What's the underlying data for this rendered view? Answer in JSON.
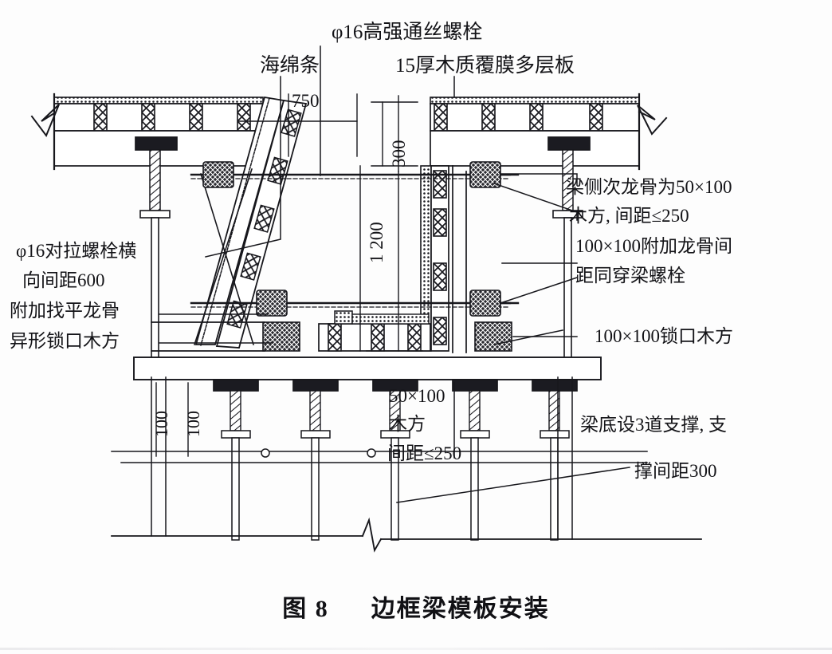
{
  "figure": {
    "caption_number": "图 8",
    "caption_title": "边框梁模板安装",
    "ink_color": "#141418",
    "paper_color": "#fdfdfd"
  },
  "annotations": {
    "top": {
      "bolt": "φ16高强通丝螺栓",
      "sponge_strip": "海绵条",
      "plywood": "15厚木质覆膜多层板"
    },
    "left": {
      "tie_bolt_line1": "φ16对拉螺栓横",
      "tie_bolt_line2": "向间距600",
      "leveling_joist": "附加找平龙骨",
      "shaped_lock_timber": "异形锁口木方"
    },
    "right": {
      "side_joist_line1": "梁侧次龙骨为50×100",
      "side_joist_line2": "木方, 间距≤250",
      "extra_joist_line1": "100×100附加龙骨间",
      "extra_joist_line2": "距同穿梁螺栓",
      "lock_timber": "100×100锁口木方",
      "support_line1": "梁底设3道支撑, 支",
      "support_line2": "撑间距300"
    },
    "center_bottom": {
      "timber_line1": "50×100",
      "timber_line2": "木方",
      "timber_line3": "间距≤250"
    }
  },
  "dimensions": {
    "d750": "750",
    "d300": "300",
    "d1200": "1 200",
    "d100_a": "100",
    "d100_b": "100"
  },
  "chart_data": {
    "type": "diagram",
    "title": "边框梁模板安装",
    "subject": "Edge frame beam formwork installation section",
    "dimension_values": {
      "750": 750,
      "300": 300,
      "1200": 1200,
      "100": 100
    },
    "spacings": {
      "tie_bolt_horizontal": 600,
      "side_joist": 250,
      "bottom_support": 300
    },
    "members": [
      {
        "name": "φ16高强通丝螺栓",
        "type": "bolt",
        "diameter": 16
      },
      {
        "name": "海绵条",
        "type": "sponge-strip"
      },
      {
        "name": "15厚木质覆膜多层板",
        "type": "plywood",
        "thickness": 15
      },
      {
        "name": "梁侧次龙骨",
        "type": "timber",
        "section": "50×100",
        "spacing": 250
      },
      {
        "name": "100×100附加龙骨",
        "type": "timber",
        "section": "100×100"
      },
      {
        "name": "100×100锁口木方",
        "type": "timber",
        "section": "100×100"
      },
      {
        "name": "异形锁口木方",
        "type": "timber"
      },
      {
        "name": "附加找平龙骨",
        "type": "timber"
      },
      {
        "name": "50×100木方",
        "type": "timber",
        "section": "50×100",
        "spacing": 250
      },
      {
        "name": "梁底支撑",
        "type": "prop",
        "count": 3,
        "spacing": 300
      }
    ]
  }
}
